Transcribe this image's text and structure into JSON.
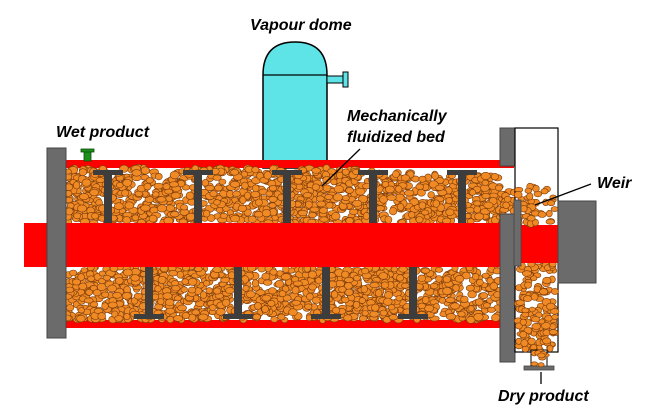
{
  "labels": {
    "vapour_dome": "Vapour dome",
    "wet_product": "Wet product",
    "mechanically": "Mechanically",
    "fluidized_bed": "fluidized bed",
    "weir": "Weir",
    "dry_product": "Dry product"
  },
  "colors": {
    "shell": "#ff0000",
    "dome": "#5ee4e6",
    "plate": "#6b6b6b",
    "paddle": "#3d3d3d",
    "particle": "#f08a25",
    "particle_outline": "#7a3a0a",
    "inlet": "#1a8f1a"
  }
}
